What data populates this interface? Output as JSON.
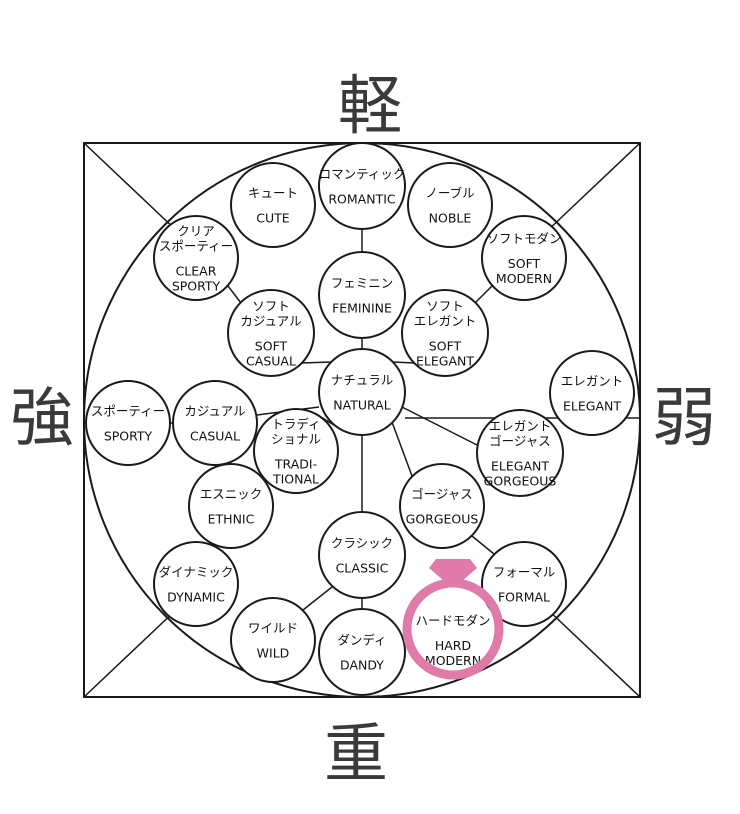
{
  "axes": {
    "top": "軽",
    "bottom": "重",
    "left": "強",
    "right": "弱"
  },
  "nodes": [
    {
      "id": "romantic",
      "jp": [
        "ロマンティック"
      ],
      "en": [
        "ROMANTIC"
      ]
    },
    {
      "id": "cute",
      "jp": [
        "キュート"
      ],
      "en": [
        "CUTE"
      ]
    },
    {
      "id": "noble",
      "jp": [
        "ノーブル"
      ],
      "en": [
        "NOBLE"
      ]
    },
    {
      "id": "clear-sporty",
      "jp": [
        "クリア",
        "スポーティー"
      ],
      "en": [
        "CLEAR",
        "SPORTY"
      ]
    },
    {
      "id": "soft-modern",
      "jp": [
        "ソフトモダン"
      ],
      "en": [
        "SOFT",
        "MODERN"
      ]
    },
    {
      "id": "feminine",
      "jp": [
        "フェミニン"
      ],
      "en": [
        "FEMININE"
      ]
    },
    {
      "id": "soft-casual",
      "jp": [
        "ソフト",
        "カジュアル"
      ],
      "en": [
        "SOFT",
        "CASUAL"
      ]
    },
    {
      "id": "soft-elegant",
      "jp": [
        "ソフト",
        "エレガント"
      ],
      "en": [
        "SOFT",
        "ELEGANT"
      ]
    },
    {
      "id": "natural",
      "jp": [
        "ナチュラル"
      ],
      "en": [
        "NATURAL"
      ]
    },
    {
      "id": "elegant",
      "jp": [
        "エレガント"
      ],
      "en": [
        "ELEGANT"
      ]
    },
    {
      "id": "sporty",
      "jp": [
        "スポーティー"
      ],
      "en": [
        "SPORTY"
      ]
    },
    {
      "id": "casual",
      "jp": [
        "カジュアル"
      ],
      "en": [
        "CASUAL"
      ]
    },
    {
      "id": "traditional",
      "jp": [
        "トラディ",
        "ショナル"
      ],
      "en": [
        "TRADI-",
        "TIONAL"
      ]
    },
    {
      "id": "elegant-gorgeous",
      "jp": [
        "エレガント",
        "ゴージャス"
      ],
      "en": [
        "ELEGANT",
        "GORGEOUS"
      ]
    },
    {
      "id": "ethnic",
      "jp": [
        "エスニック"
      ],
      "en": [
        "ETHNIC"
      ]
    },
    {
      "id": "gorgeous",
      "jp": [
        "ゴージャス"
      ],
      "en": [
        "GORGEOUS"
      ]
    },
    {
      "id": "classic",
      "jp": [
        "クラシック"
      ],
      "en": [
        "CLASSIC"
      ]
    },
    {
      "id": "dynamic",
      "jp": [
        "ダイナミック"
      ],
      "en": [
        "DYNAMIC"
      ]
    },
    {
      "id": "formal",
      "jp": [
        "フォーマル"
      ],
      "en": [
        "FORMAL"
      ]
    },
    {
      "id": "wild",
      "jp": [
        "ワイルド"
      ],
      "en": [
        "WILD"
      ]
    },
    {
      "id": "dandy",
      "jp": [
        "ダンディ"
      ],
      "en": [
        "DANDY"
      ]
    },
    {
      "id": "hard-modern",
      "jp": [
        "ハードモダン"
      ],
      "en": [
        "HARD",
        "MODERN"
      ]
    }
  ],
  "highlight": {
    "node": "hard-modern",
    "marker": "ring-icon",
    "color": "#e07aa8"
  },
  "colors": {
    "line": "#1a1a1a",
    "axis_text": "#3a3a3a"
  }
}
